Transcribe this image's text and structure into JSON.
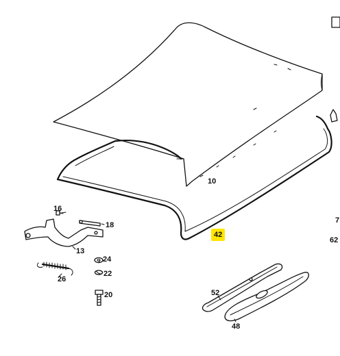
{
  "diagram": {
    "part_numbers": {
      "trunk_lid": "10",
      "lid_seal": "42",
      "bolt": "16",
      "hinge": "13",
      "strap": "18",
      "washer": "24",
      "spring_washer": "22",
      "screw": "20",
      "spring": "26",
      "handle_frame": "52",
      "handle_cover": "48",
      "edge_label_a": "7",
      "edge_label_b": "62"
    },
    "highlighted_part": "42"
  }
}
